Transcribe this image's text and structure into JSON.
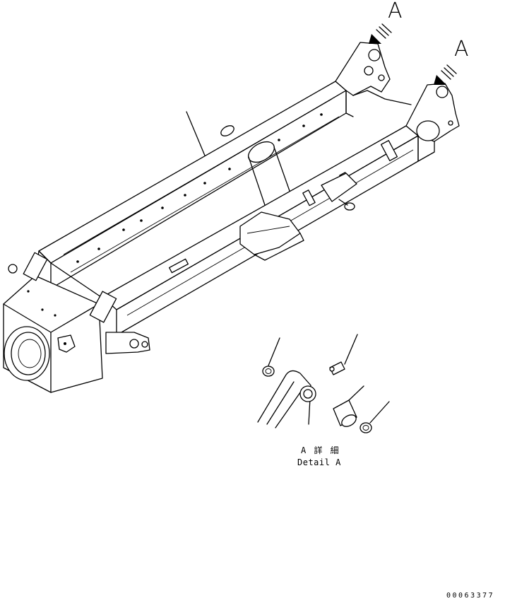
{
  "view_markers": [
    {
      "letter": "A",
      "target": "left-arm-pin"
    },
    {
      "letter": "A",
      "target": "right-arm-pin"
    }
  ],
  "detail": {
    "line1": "A 詳 細",
    "line2": "Detail A"
  },
  "drawing_number": "00063377",
  "colors": {
    "line": "#000000",
    "background": "#ffffff"
  }
}
